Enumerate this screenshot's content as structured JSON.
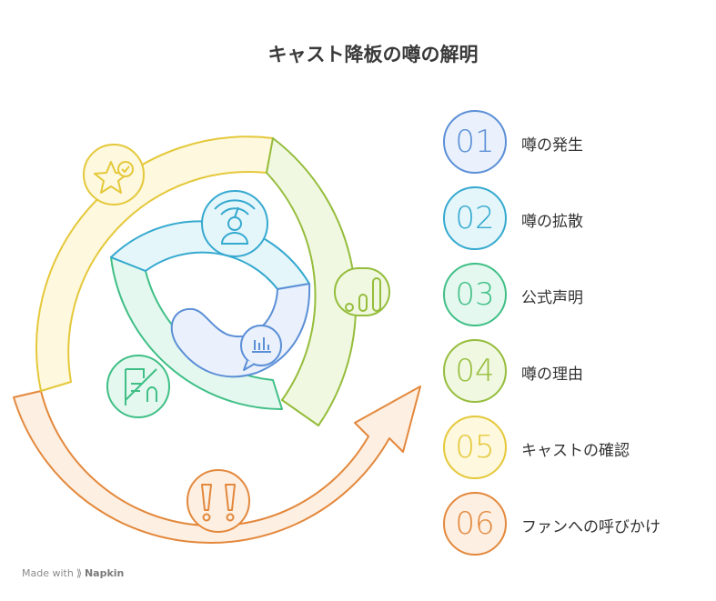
{
  "title": "キャスト降板の噂の解明",
  "steps": [
    {
      "number": "01",
      "label": "噂の発生",
      "color": "#5b8fd6",
      "fill": "#eaf1fc"
    },
    {
      "number": "02",
      "label": "噂の拡散",
      "color": "#35a9cf",
      "fill": "#e5f6fb"
    },
    {
      "number": "03",
      "label": "公式声明",
      "color": "#3fbf86",
      "fill": "#e5f8ef"
    },
    {
      "number": "04",
      "label": "噂の理由",
      "color": "#95bd3c",
      "fill": "#f1f8e1"
    },
    {
      "number": "05",
      "label": "キャストの確認",
      "color": "#e5c83a",
      "fill": "#fdf8de"
    },
    {
      "number": "06",
      "label": "ファンへの呼びかけ",
      "color": "#e3883c",
      "fill": "#fdefe2"
    }
  ],
  "icons": {
    "step1": "bar-chart-speech-icon",
    "step2": "broadcast-person-icon",
    "step3": "statement-document-icon",
    "step4": "signal-bars-icon",
    "step5": "star-check-icon",
    "step6": "exclamation-icon"
  },
  "footer": {
    "made_with": "Made with",
    "brand": "Napkin"
  }
}
